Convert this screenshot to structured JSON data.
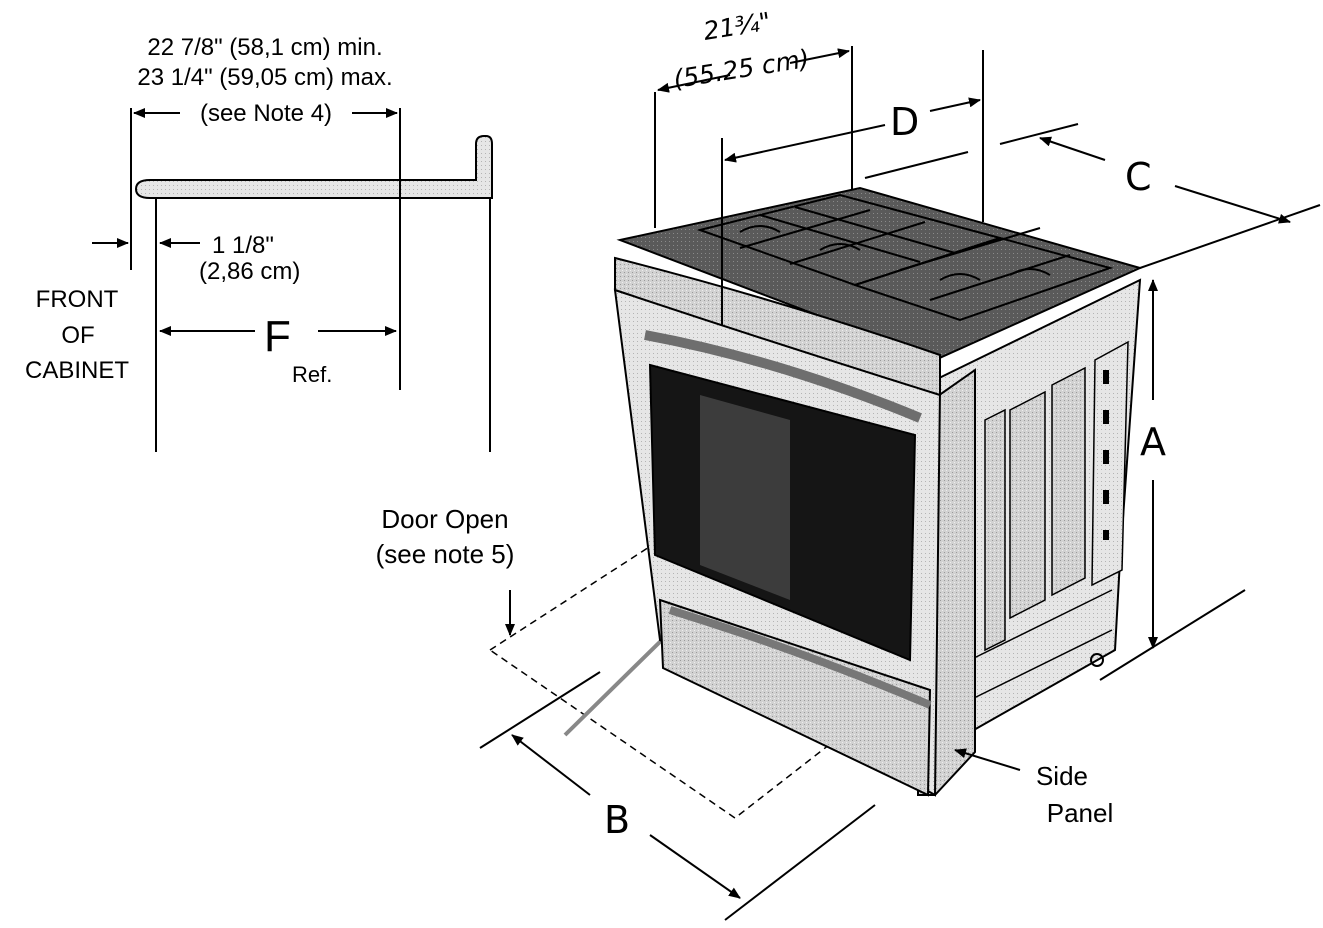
{
  "detail": {
    "depth_min": "22 7/8\" (58,1 cm) min.",
    "depth_max": "23 1/4\" (59,05 cm) max.",
    "depth_note": "(see Note 4)",
    "offset": "1 1/8\"",
    "offset_metric": "(2,86 cm)",
    "front_label_1": "FRONT",
    "front_label_2": "OF",
    "front_label_3": "CABINET",
    "f_letter": "F",
    "f_sub": "Ref."
  },
  "range": {
    "width_inch": "21¾\"",
    "width_metric": "(55.25 cm)",
    "dim_a": "A",
    "dim_b": "B",
    "dim_c": "C",
    "dim_d": "D",
    "door_open_1": "Door Open",
    "door_open_2": "(see note 5)",
    "side_panel_1": "Side",
    "side_panel_2": "Panel"
  }
}
